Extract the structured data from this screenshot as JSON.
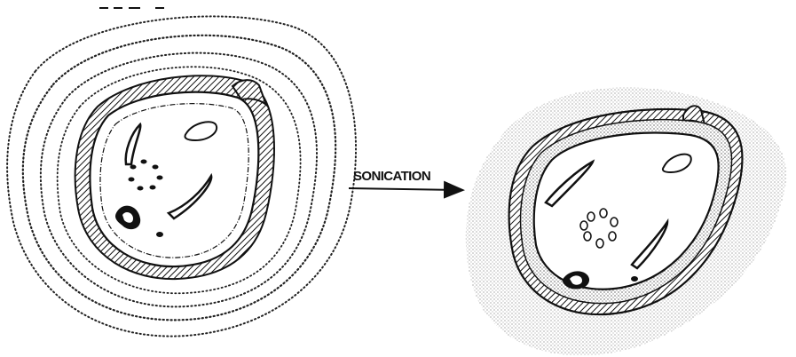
{
  "diagram": {
    "arrow_label": "SONICATION",
    "colors": {
      "ink": "#111111",
      "paper": "#ffffff"
    },
    "panels": [
      {
        "id": "before",
        "features": [
          "stippled-outer-layers",
          "hatched-cell-wall",
          "cytoplasm",
          "inclusions"
        ]
      },
      {
        "id": "after",
        "features": [
          "stippled-halo",
          "hatched-cell-wall",
          "stippled-periplasm",
          "cytoplasm",
          "inclusions"
        ]
      }
    ]
  }
}
